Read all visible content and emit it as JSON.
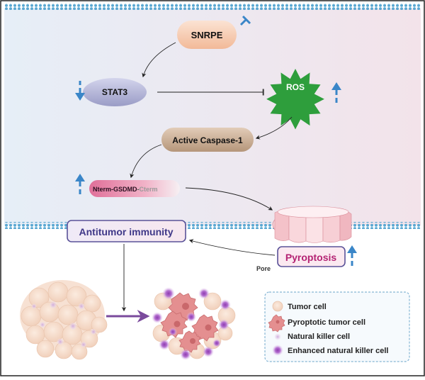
{
  "nodes": {
    "snrpe": "SNRPE",
    "stat3": "STAT3",
    "ros": "ROS",
    "caspase": "Active Caspase-1",
    "gsdmd_nterm": "Nterm-GSDMD",
    "gsdmd_dash": "-",
    "gsdmd_cterm": "Cterm",
    "antitumor": "Antitumor immunity",
    "pyroptosis": "Pyroptosis",
    "pore": "Pore"
  },
  "legend": {
    "tumor_cell": "Tumor cell",
    "pyroptotic_cell": "Pyroptotic tumor cell",
    "nk_cell": "Natural killer cell",
    "enhanced_nk_cell": "Enhanced natural killer cell"
  },
  "colors": {
    "upper_bg_left": "#e6eef7",
    "upper_bg_right": "#f3e3ea",
    "membrane": "#5aa8d2",
    "snrpe_fill": "#f8cfb4",
    "stat3_fill": "#b4b6d8",
    "ros_fill": "#2e9e3c",
    "caspase_fill": "#c9ad93",
    "gsdmd_fill": "#e27aa0",
    "antitumor_border": "#5a5298",
    "pyroptosis_text": "#b42373",
    "regulation_arrow": "#3a86c8",
    "legend_border": "#86b6d4",
    "tumor_cell": "#f5d9c6",
    "pyroptotic_cell": "#e48f90",
    "nk_cell": "#dcc0e2",
    "enhanced_nk": "#a868c4"
  },
  "icons": {
    "snrpe_inhibition": "blunt-arrow-icon",
    "stat3_regulation": "down-dashed-arrow-icon",
    "ros_regulation": "up-dashed-arrow-icon",
    "gsdmd_regulation": "up-dashed-arrow-icon",
    "pyroptosis_regulation": "up-dashed-arrow-icon"
  }
}
